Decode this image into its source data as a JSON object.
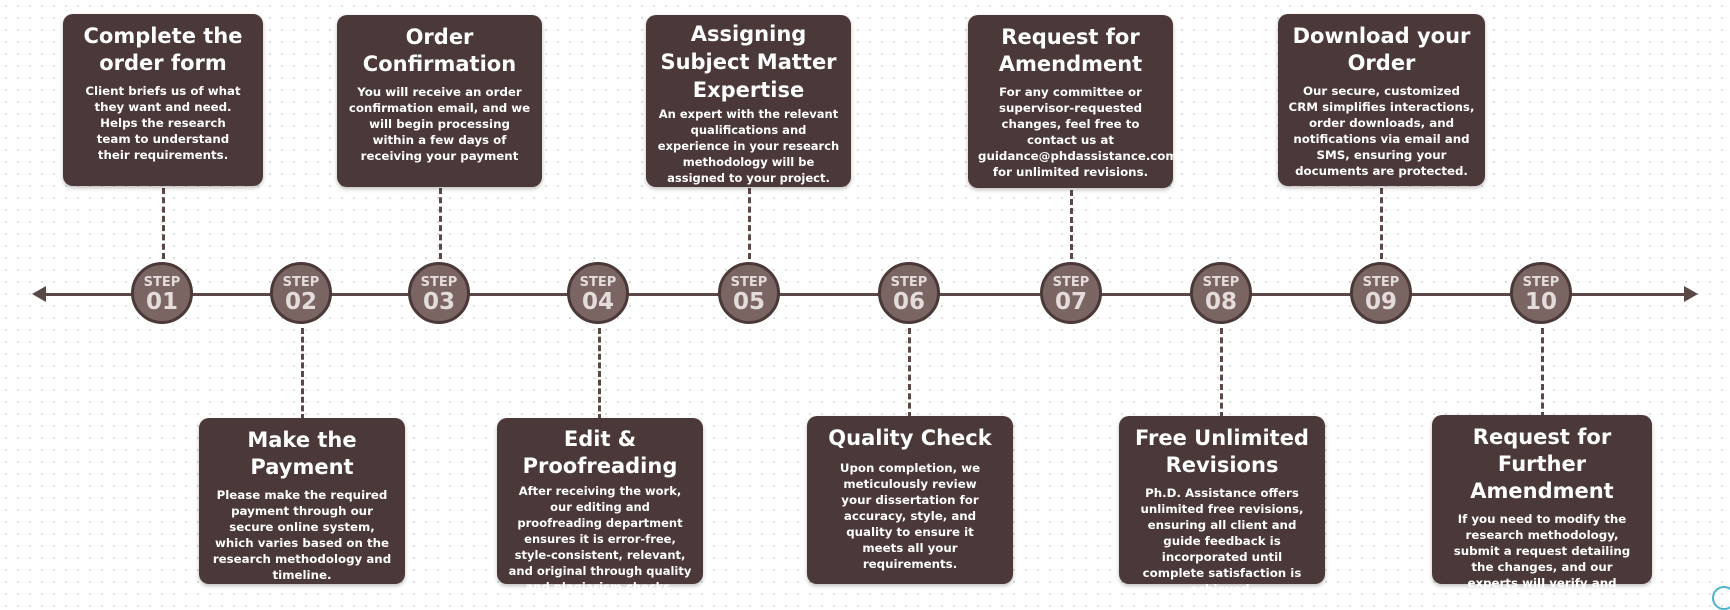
{
  "steps": [
    {
      "label": "STEP",
      "number": "01",
      "title": "Complete the order form",
      "description": "Client briefs us of what they want and need. Helps the research team to understand their requirements."
    },
    {
      "label": "STEP",
      "number": "02",
      "title": "Make the Payment",
      "description": "Please make the required payment through our secure online system, which varies based on the research methodology and timeline."
    },
    {
      "label": "STEP",
      "number": "03",
      "title": "Order Confirmation",
      "description": "You will receive an order confirmation email, and we will begin processing within a few days of receiving your payment"
    },
    {
      "label": "STEP",
      "number": "04",
      "title": "Edit & Proofreading",
      "description": "After receiving the work, our editing and proofreading department ensures it is error-free, style-consistent, relevant, and original through quality and plagiarism checks."
    },
    {
      "label": "STEP",
      "number": "05",
      "title": "Assigning Subject Matter Expertise",
      "description": "An expert with the relevant qualifications and experience in your research methodology will be assigned to your project."
    },
    {
      "label": "STEP",
      "number": "06",
      "title": "Quality Check",
      "description": "Upon completion, we meticulously review your dissertation for accuracy, style, and quality to ensure it meets all your requirements."
    },
    {
      "label": "STEP",
      "number": "07",
      "title": "Request for Amendment",
      "description": "For any committee or supervisor-requested changes, feel free to contact us at guidance@phdassistance.com for unlimited revisions."
    },
    {
      "label": "STEP",
      "number": "08",
      "title": "Free Unlimited Revisions",
      "description": "Ph.D. Assistance offers unlimited free revisions, ensuring all client and guide feedback is incorporated until complete satisfaction is achieved."
    },
    {
      "label": "STEP",
      "number": "09",
      "title": "Download your Order",
      "description": "Our secure, customized CRM simplifies interactions, order downloads, and notifications via email and SMS, ensuring your documents are protected."
    },
    {
      "label": "STEP",
      "number": "10",
      "title": "Request for Further Amendment",
      "description": "If you need to modify the research methodology, submit a request detailing the changes, and our experts will verify and address them accordingly."
    }
  ]
}
